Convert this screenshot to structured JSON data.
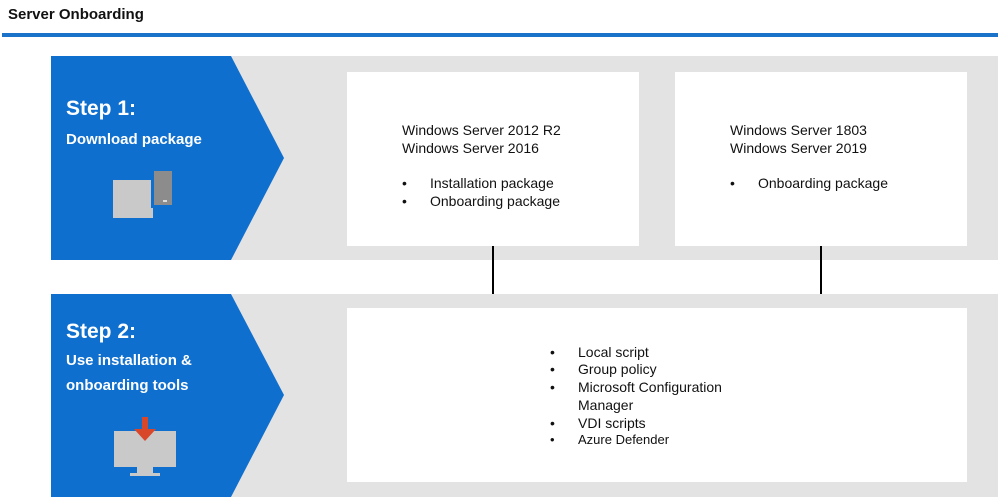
{
  "header": {
    "title": "Server Onboarding"
  },
  "step1": {
    "title": "Step 1:",
    "subtitle": "Download package",
    "icon": "server-monitor-icon",
    "cards": [
      {
        "os": [
          "Windows Server 2012 R2",
          "Windows Server 2016"
        ],
        "items": [
          "Installation package",
          "Onboarding package"
        ]
      },
      {
        "os": [
          "Windows Server 1803",
          "Windows Server 2019"
        ],
        "items": [
          "Onboarding package"
        ]
      }
    ]
  },
  "step2": {
    "title": "Step 2:",
    "subtitle_lines": [
      "Use installation &",
      "onboarding tools"
    ],
    "icon": "download-monitor-icon",
    "tools": [
      "Local script",
      "Group policy",
      "Microsoft Configuration",
      "Manager",
      "VDI scripts",
      "Azure Defender"
    ]
  },
  "colors": {
    "accent": "#0f6fcf",
    "band": "#e3e3e3",
    "icon_gray": "#cccccc",
    "download_arrow": "#d9472b"
  }
}
